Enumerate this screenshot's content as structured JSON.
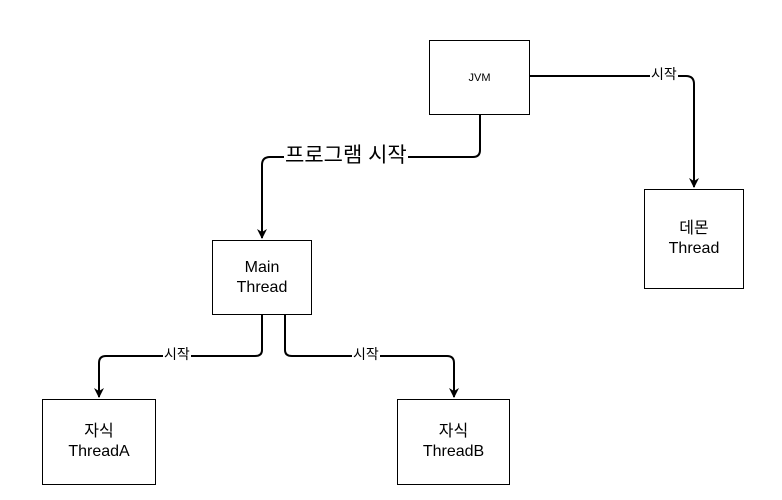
{
  "nodes": {
    "jvm": {
      "lines": [
        "JVM"
      ]
    },
    "main": {
      "lines": [
        "Main",
        "Thread"
      ]
    },
    "daemon": {
      "lines": [
        "데몬",
        "Thread"
      ]
    },
    "child_a": {
      "lines": [
        "자식",
        "ThreadA"
      ]
    },
    "child_b": {
      "lines": [
        "자식",
        "ThreadB"
      ]
    }
  },
  "edges": {
    "program_start": "프로그램 시작",
    "daemon_start": "시작",
    "child_a_start": "시작",
    "child_b_start": "시작"
  },
  "colors": {
    "stroke": "#000000",
    "background": "#ffffff"
  }
}
